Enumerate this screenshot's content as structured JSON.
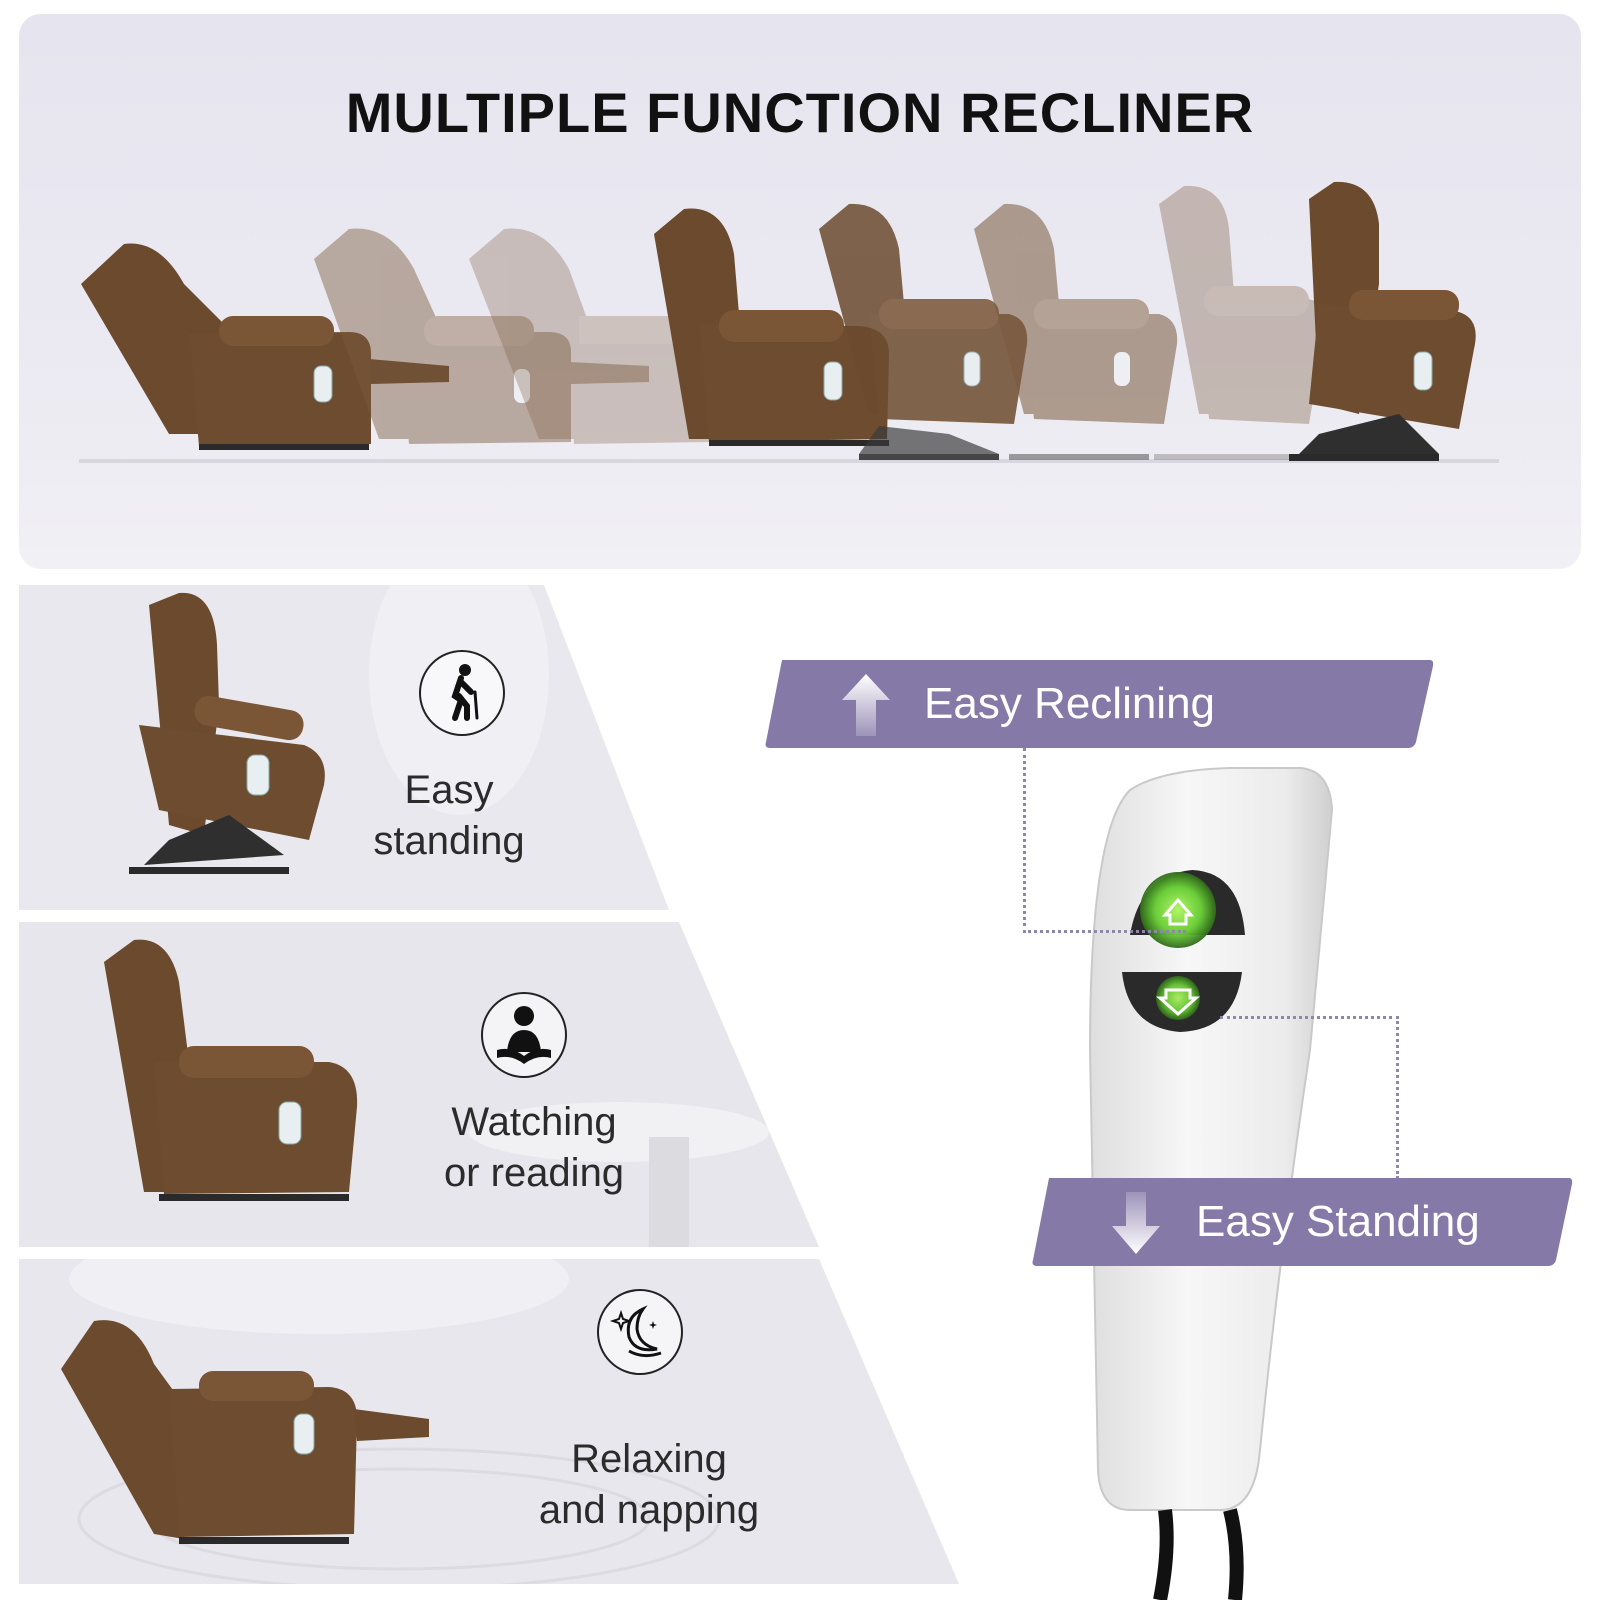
{
  "header": {
    "title": "MULTIPLE FUNCTION RECLINER"
  },
  "colors": {
    "accent": "#8479a7",
    "chair_fabric": "#6b4a2e",
    "panel_background": "#e8e6ef",
    "button_glow": "#7fe04a"
  },
  "positions_strip": {
    "items": [
      "reclined",
      "reclining",
      "reclining",
      "upright",
      "lifting",
      "lifting",
      "lifting",
      "full-lift"
    ]
  },
  "modes": [
    {
      "label_line1": "Easy",
      "label_line2": "standing",
      "icon": "person-with-cane-icon"
    },
    {
      "label_line1": "Watching",
      "label_line2": "or reading",
      "icon": "person-reading-icon"
    },
    {
      "label_line1": "Relaxing",
      "label_line2": "and napping",
      "icon": "moon-stars-icon"
    }
  ],
  "remote": {
    "up_button_icon": "home-up-arrow-icon",
    "down_button_icon": "home-down-arrow-icon",
    "reclining_label": "Easy Reclining",
    "reclining_icon": "arrow-up-icon",
    "standing_label": "Easy Standing",
    "standing_icon": "arrow-down-icon"
  }
}
